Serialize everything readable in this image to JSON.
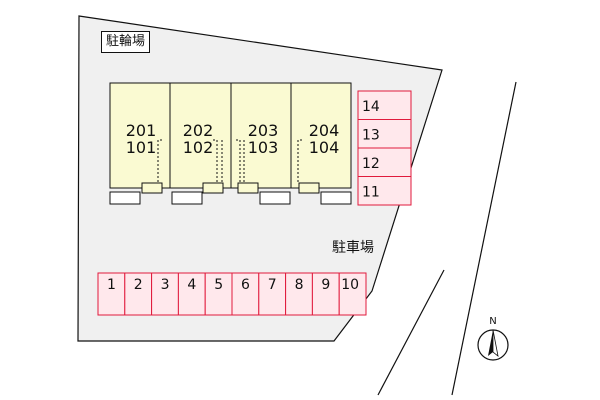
{
  "labels": {
    "bicycle_parking": "駐輪場",
    "parking_lot": "駐車場",
    "north": "N"
  },
  "units": [
    {
      "upper": "201",
      "lower": "101"
    },
    {
      "upper": "202",
      "lower": "102"
    },
    {
      "upper": "203",
      "lower": "103"
    },
    {
      "upper": "204",
      "lower": "104"
    }
  ],
  "parking_bottom": [
    "1",
    "2",
    "3",
    "4",
    "5",
    "6",
    "7",
    "8",
    "9",
    "10"
  ],
  "parking_right": [
    "14",
    "13",
    "12",
    "11"
  ],
  "colors": {
    "site": "#f0f0f0",
    "building": "#fafad2",
    "parking_fill": "#ffe8ec",
    "parking_line": "#e01a3c",
    "outline": "#111111"
  }
}
